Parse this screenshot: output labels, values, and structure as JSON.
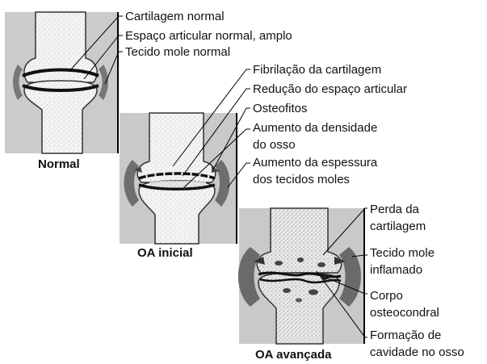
{
  "diagram": {
    "stages": [
      {
        "caption": "Normal"
      },
      {
        "caption": "OA inicial"
      },
      {
        "caption": "OA avançada"
      }
    ],
    "labels": {
      "normal": [
        "Cartilagem normal",
        "Espaço articular normal, amplo",
        "Tecido mole normal"
      ],
      "early": [
        "Fibrilação da cartilagem",
        "Redução do espaço articular",
        "Osteofitos",
        "Aumento da densidade",
        "do osso",
        "Aumento da espessura",
        "dos tecidos moles"
      ],
      "advanced": [
        "Perda da",
        "cartilagem",
        "Tecido mole",
        "inflamado",
        "Corpo",
        "osteocondral",
        "Formação de",
        "cavidade no osso"
      ]
    }
  }
}
